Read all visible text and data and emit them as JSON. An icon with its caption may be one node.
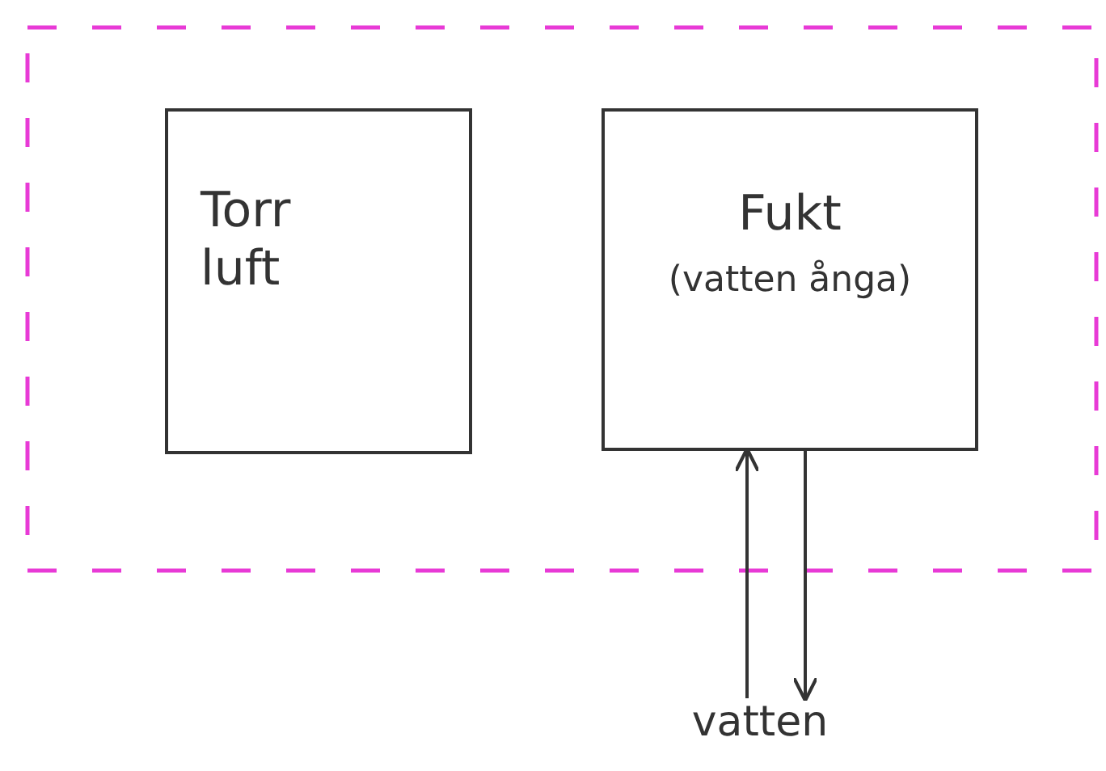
{
  "diagram": {
    "nodes": [
      {
        "text": [],
        "shape": "box"
      },
      {
        "text": [
          "Torr luft"
        ],
        "in": 0
      },
      {
        "text": [
          "Fukt",
          "(vatten ånga)"
        ],
        "in": 0
      },
      {
        "text": [
          "vatten"
        ]
      }
    ],
    "edges": [
      {
        "from": 3,
        "to": 2,
        "arrow": "to"
      },
      {
        "from": 2,
        "to": 3,
        "arrow": "to"
      }
    ]
  }
}
